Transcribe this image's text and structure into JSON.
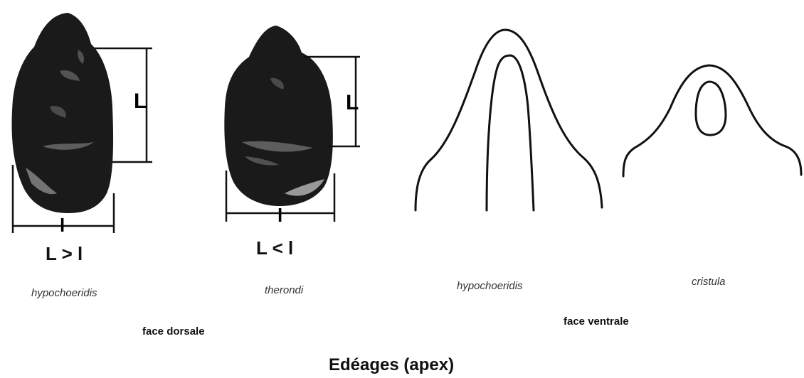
{
  "title": "Edéages (apex)",
  "dorsal": {
    "face_label": "face dorsale",
    "specimens": [
      {
        "species": "hypochoeridis",
        "ratio": "L > l",
        "length_symbol": "L",
        "width_symbol": "l"
      },
      {
        "species": "therondi",
        "ratio": "L < l",
        "length_symbol": "L",
        "width_symbol": "l"
      }
    ]
  },
  "ventral": {
    "face_label": "face ventrale",
    "specimens": [
      {
        "species": "hypochoeridis"
      },
      {
        "species": "cristula"
      }
    ]
  },
  "colors": {
    "ink": "#111111",
    "specimen": "#1a1a1a",
    "highlight": "#9a9a9a"
  }
}
